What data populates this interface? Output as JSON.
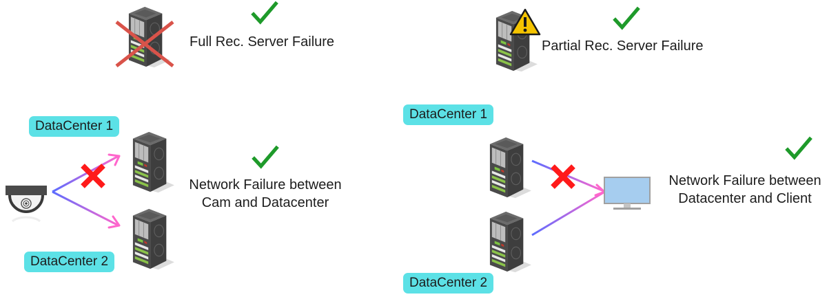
{
  "scenarios": [
    {
      "id": "full-rec-server-failure",
      "caption": "Full Rec. Server Failure",
      "status": "ok",
      "server_state": "failed"
    },
    {
      "id": "partial-rec-server-failure",
      "caption": "Partial Rec. Server Failure",
      "status": "ok",
      "server_state": "warning"
    },
    {
      "id": "network-failure-cam-datacenter",
      "caption_lines": [
        "Network Failure between",
        "Cam and Datacenter"
      ],
      "status": "ok",
      "labels": [
        "DataCenter 1",
        "DataCenter 2"
      ],
      "links": [
        {
          "from": "camera",
          "to": "DataCenter 1",
          "broken": true
        },
        {
          "from": "camera",
          "to": "DataCenter 2",
          "broken": false
        }
      ]
    },
    {
      "id": "network-failure-datacenter-client",
      "caption_lines": [
        "Network Failure between",
        "Datacenter and Client"
      ],
      "status": "ok",
      "labels": [
        "DataCenter 1",
        "DataCenter 2"
      ],
      "links": [
        {
          "from": "DataCenter 1",
          "to": "client",
          "broken": true
        },
        {
          "from": "DataCenter 2",
          "to": "client",
          "broken": false
        }
      ]
    }
  ],
  "colors": {
    "label_bg": "#5ce1e6",
    "check": "#1e9a2a",
    "cross_fail": "#ff1a1a",
    "cross_server": "#d9534a",
    "warning": "#f5c400",
    "arrow_start": "#5b6cff",
    "arrow_end": "#ff66cc",
    "monitor_screen": "#a6cdef"
  },
  "icons": {
    "server": "server-rack-icon",
    "camera": "dome-camera-icon",
    "client": "monitor-icon",
    "ok": "checkmark-icon",
    "broken": "red-x-icon",
    "warning": "warning-triangle-icon"
  }
}
